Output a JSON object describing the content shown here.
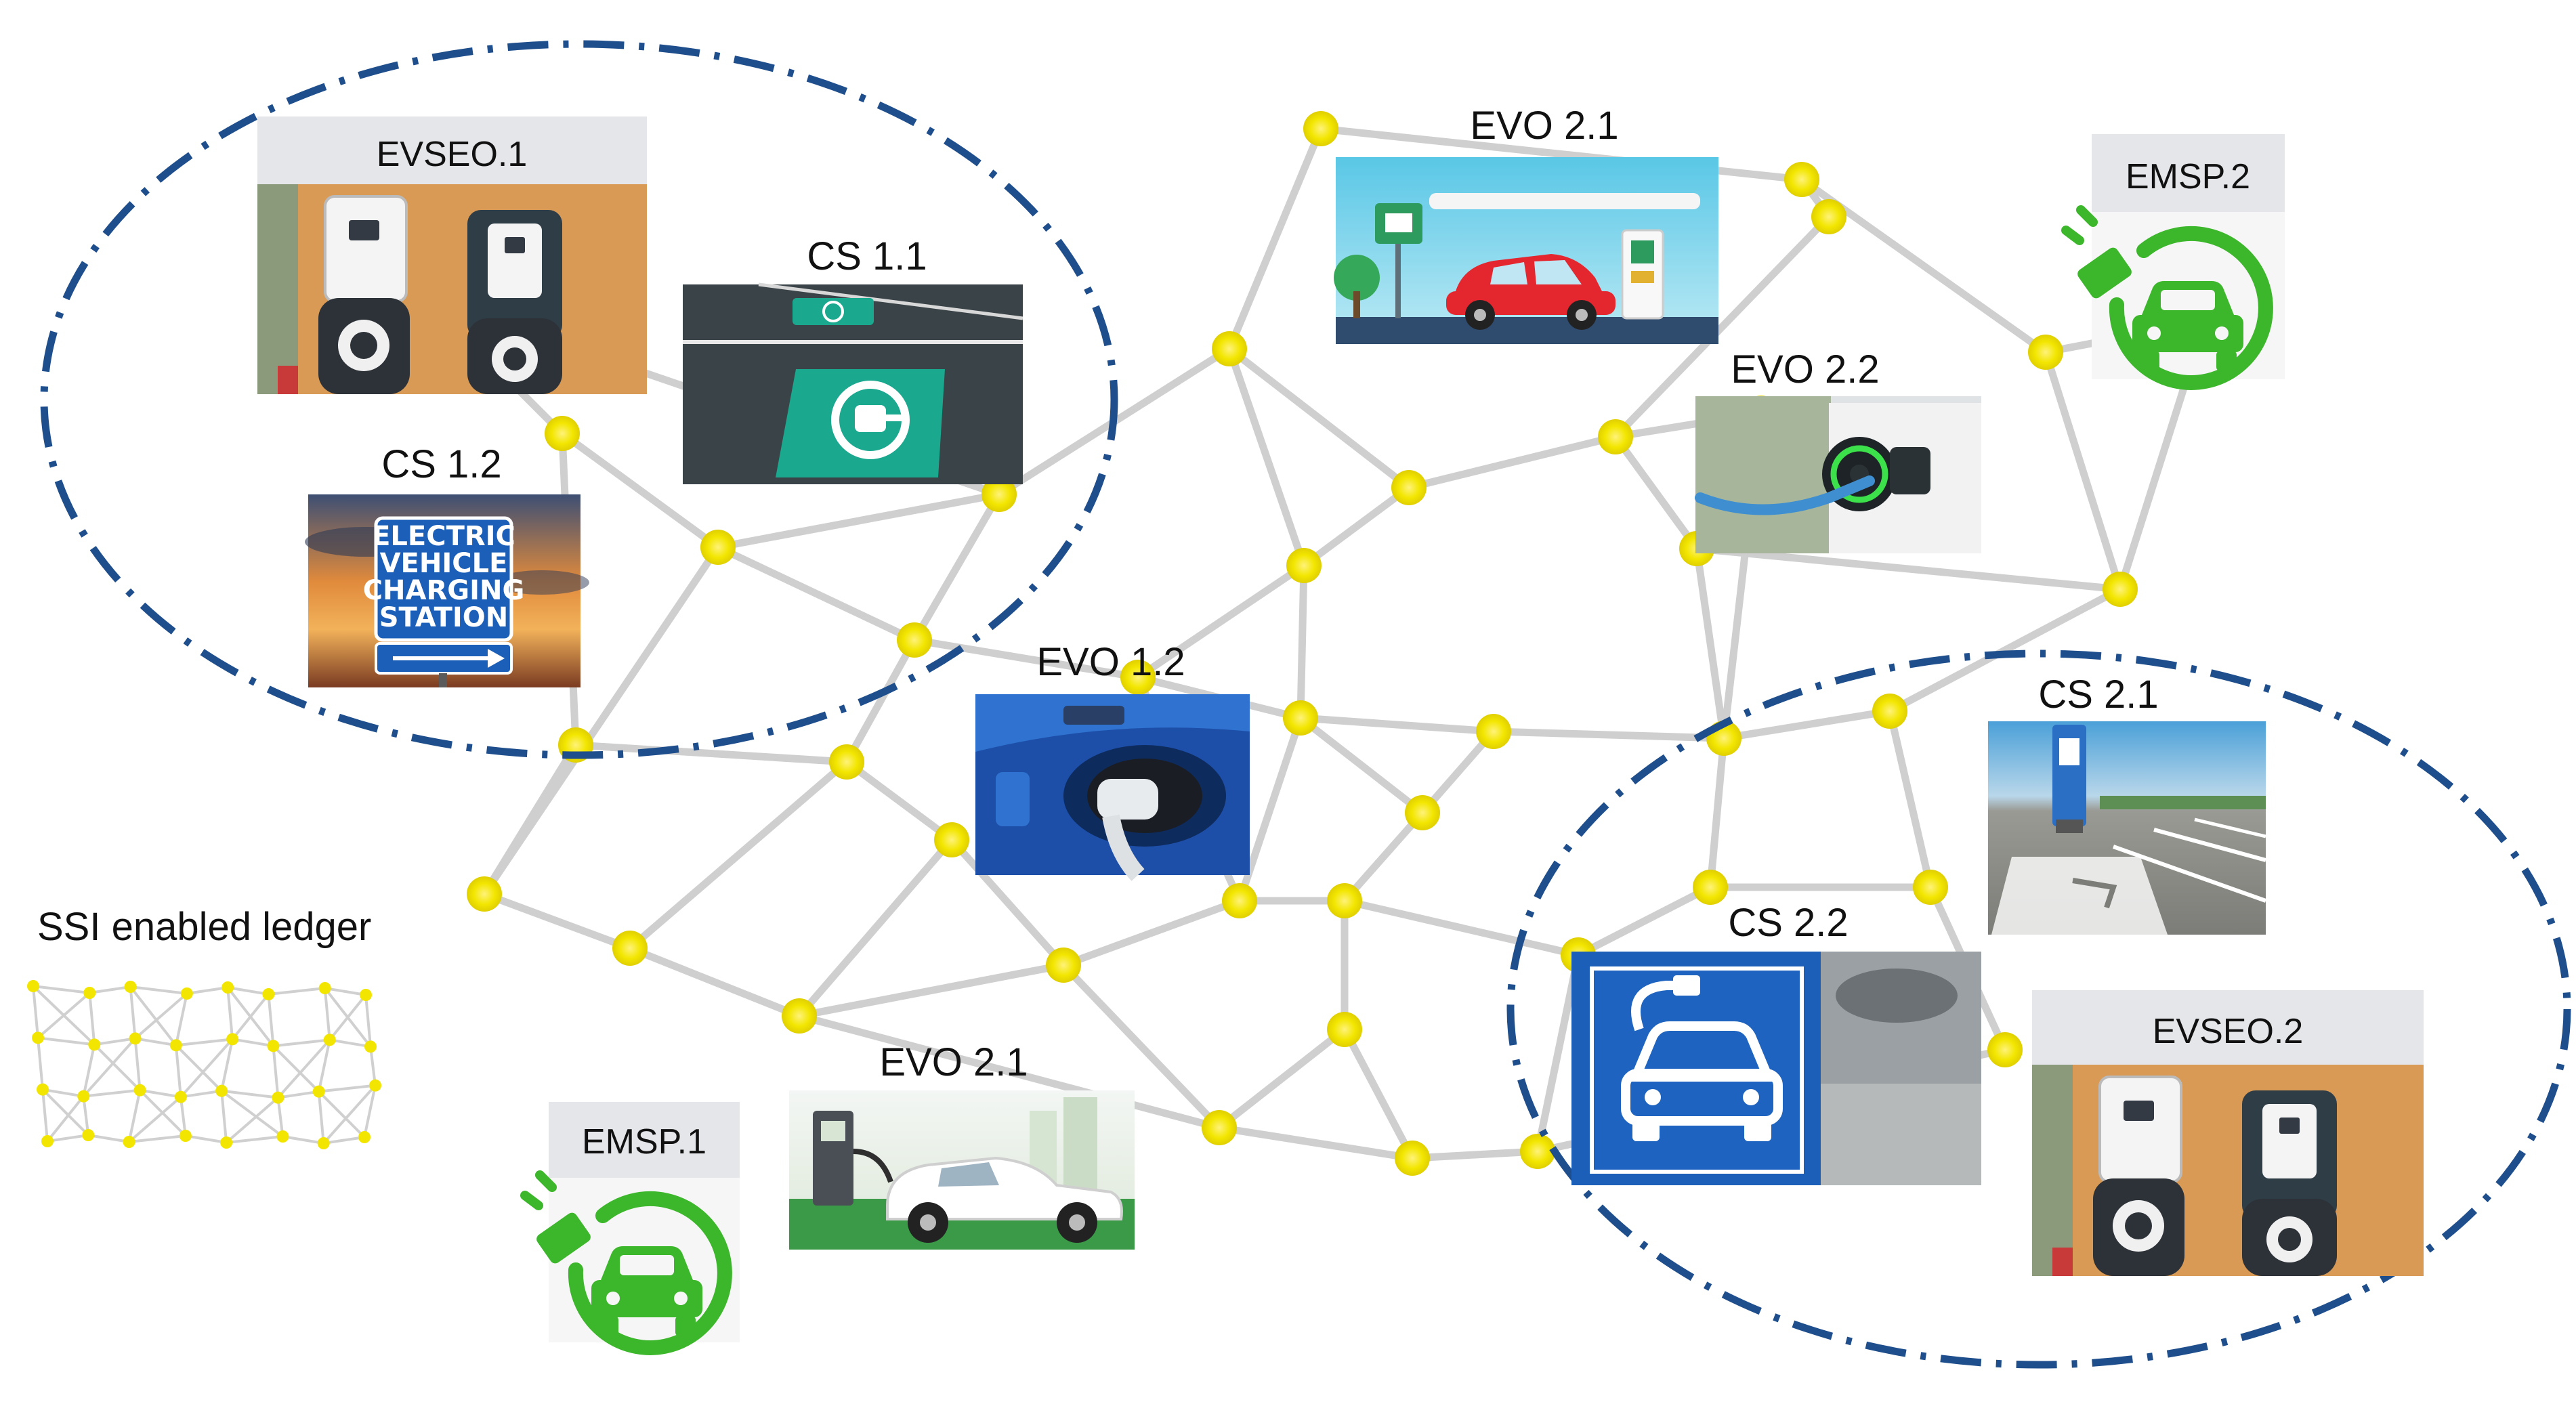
{
  "labels": {
    "evseo1": "EVSEO.1",
    "cs11": "CS 1.1",
    "cs12": "CS 1.2",
    "evo21_top": "EVO 2.1",
    "evo22": "EVO 2.2",
    "emsp2": "EMSP.2",
    "evo12": "EVO 1.2",
    "cs21": "CS 2.1",
    "cs22": "CS 2.2",
    "evseo2": "EVSEO.2",
    "evo21_bottom": "EVO 2.1",
    "emsp1": "EMSP.1",
    "legend": "SSI enabled ledger"
  },
  "sign_text": [
    "ELECTRIC",
    "VEHICLE",
    "CHARGING",
    "STATION"
  ],
  "colors": {
    "node": "#f2e600",
    "edge": "#c8c8c8",
    "ellipse": "#1f4e8c",
    "emsp_green": "#3cb62a",
    "header_bg": "#e4e6ea",
    "parking_blue": "#1b5fb8",
    "teal": "#1aa88e"
  },
  "icons": [
    "ev-plug-car-icon",
    "charging-station-photo",
    "parking-sign-photo",
    "electric-car-photo"
  ]
}
